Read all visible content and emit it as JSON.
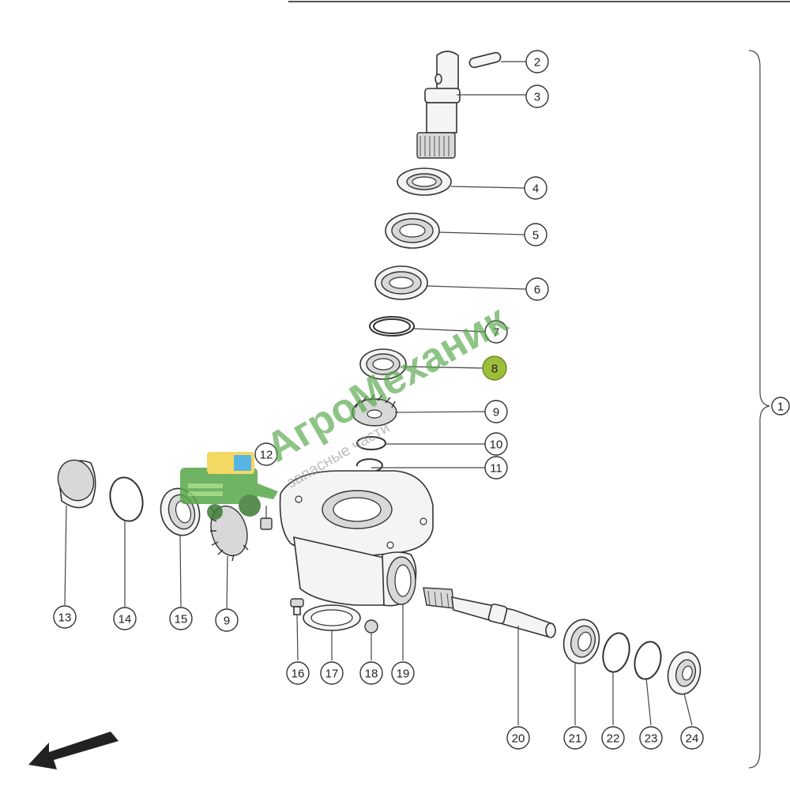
{
  "callouts": [
    {
      "id": "c2",
      "label": "2"
    },
    {
      "id": "c3",
      "label": "3"
    },
    {
      "id": "c4",
      "label": "4"
    },
    {
      "id": "c5",
      "label": "5"
    },
    {
      "id": "c6",
      "label": "6"
    },
    {
      "id": "c7",
      "label": "7"
    },
    {
      "id": "c8",
      "label": "8",
      "highlighted": true
    },
    {
      "id": "c9a",
      "label": "9"
    },
    {
      "id": "c10",
      "label": "10"
    },
    {
      "id": "c11",
      "label": "11"
    },
    {
      "id": "c12",
      "label": "12"
    },
    {
      "id": "c13",
      "label": "13"
    },
    {
      "id": "c14",
      "label": "14"
    },
    {
      "id": "c15",
      "label": "15"
    },
    {
      "id": "c9b",
      "label": "9"
    },
    {
      "id": "c16",
      "label": "16"
    },
    {
      "id": "c17",
      "label": "17"
    },
    {
      "id": "c18",
      "label": "18"
    },
    {
      "id": "c19",
      "label": "19"
    },
    {
      "id": "c20",
      "label": "20"
    },
    {
      "id": "c21",
      "label": "21"
    },
    {
      "id": "c22",
      "label": "22"
    },
    {
      "id": "c23",
      "label": "23"
    },
    {
      "id": "c24",
      "label": "24"
    },
    {
      "id": "c1",
      "label": "1"
    }
  ],
  "watermark": {
    "brand": "АгроМеханик",
    "tagline": "запасные части"
  },
  "colors": {
    "highlight": "#9cbe3a",
    "brand_green": "#57a64a",
    "logo_yellow": "#f2d24a",
    "logo_blue": "#39a9e0"
  }
}
